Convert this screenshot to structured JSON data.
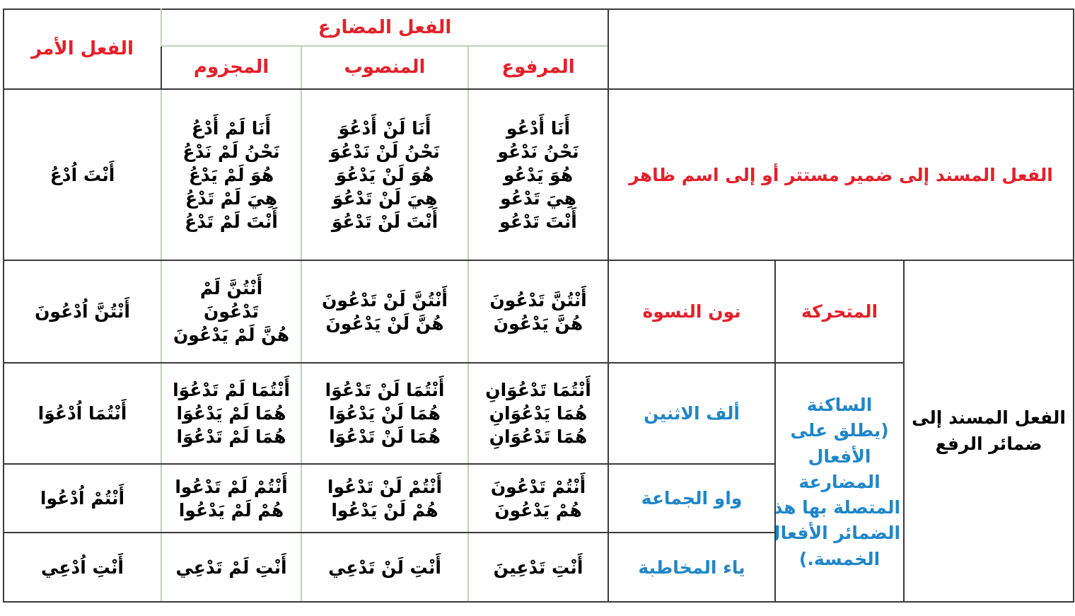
{
  "header": {
    "imperative": "الفعل الأمر",
    "present": "الفعل المضارع",
    "marfu": "المرفوع",
    "mansub": "المنصوب",
    "majzum": "المجزوم"
  },
  "row_hidden": {
    "label": "الفعل المسند إلى ضمير مستتر أو إلى اسم ظاهر",
    "marfu": [
      "أَنَا أَدْعُو",
      "نَحْنُ نَدْعُو",
      "هُوَ يَدْعُو",
      "هِيَ تَدْعُو",
      "أَنْتَ تَدْعُو"
    ],
    "mansub": [
      "أَنَا لَنْ أَدْعُوَ",
      "نَحْنُ لَنْ نَدْعُوَ",
      "هُوَ لَنْ يَدْعُوَ",
      "هِيَ لَنْ تَدْعُوَ",
      "أَنْتَ لَنْ تَدْعُوَ"
    ],
    "majzum": [
      "أَنَا لَمْ أَدْعُ",
      "نَحْنُ لَمْ نَدْعُ",
      "هُوَ لَمْ يَدْعُ",
      "هِيَ لَمْ تَدْعُ",
      "أَنْتَ لَمْ تَدْعُ"
    ],
    "imperative": "أَنْتَ اُدْعُ"
  },
  "group": {
    "label": "الفعل المسند إلى ضمائر الرفع",
    "mutaharrika": "المتحركة",
    "sakina": [
      "الساكنة",
      "(يطلق على",
      "الأفعال",
      "المضارعة",
      "المتصلة بها هذه",
      "الضمائر الأفعال",
      "الخمسة.)"
    ]
  },
  "rows": [
    {
      "pronoun": "نون النسوة",
      "marfu": [
        "أَنْتُنَّ تَدْعُونَ",
        "هُنَّ يَدْعُونَ"
      ],
      "mansub": [
        "أَنْتُنَّ لَنْ تَدْعُونَ",
        "هُنَّ لَنْ يَدْعُونَ"
      ],
      "majzum": [
        "أَنْتُنَّ لَمْ",
        "تَدْعُونَ",
        "هُنَّ لَمْ يَدْعُونَ"
      ],
      "imperative": "أَنْتُنَّ اُدْعُونَ"
    },
    {
      "pronoun": "ألف الاثنين",
      "marfu": [
        "أَنْتُمَا تَدْعُوَانِ",
        "هُمَا يَدْعُوَانِ",
        "هُمَا تَدْعُوَانِ"
      ],
      "mansub": [
        "أَنْتُمَا لَنْ تَدْعُوَا",
        "هُمَا لَنْ يَدْعُوَا",
        "هُمَا لَنْ تَدْعُوَا"
      ],
      "majzum": [
        "أَنْتُمَا لَمْ تَدْعُوَا",
        "هُمَا لَمْ يَدْعُوَا",
        "هُمَا لَمْ تَدْعُوَا"
      ],
      "imperative": "أَنْتُمَا اُدْعُوَا"
    },
    {
      "pronoun": "واو الجماعة",
      "marfu": [
        "أَنْتُمْ تَدْعُونَ",
        "هُمْ يَدْعُونَ"
      ],
      "mansub": [
        "أَنْتُمْ لَنْ تَدْعُوا",
        "هُمْ لَنْ يَدْعُوا"
      ],
      "majzum": [
        "أَنْتُمْ لَمْ تَدْعُوا",
        "هُمْ لَمْ يَدْعُوا"
      ],
      "imperative": "أَنْتُمْ اُدْعُوا"
    },
    {
      "pronoun": "ياء المخاطبة",
      "marfu": [
        "أَنْتِ تَدْعِينَ"
      ],
      "mansub": [
        "أَنْتِ لَنْ تَدْعِي"
      ],
      "majzum": [
        "أَنْتِ لَمْ تَدْعِي"
      ],
      "imperative": "أَنْتِ اُدْعِي"
    }
  ],
  "colors": {
    "red": "#e3202a",
    "blue": "#1f86c8",
    "border": "#3a3a3a",
    "green_border": "#bcd3b4"
  }
}
